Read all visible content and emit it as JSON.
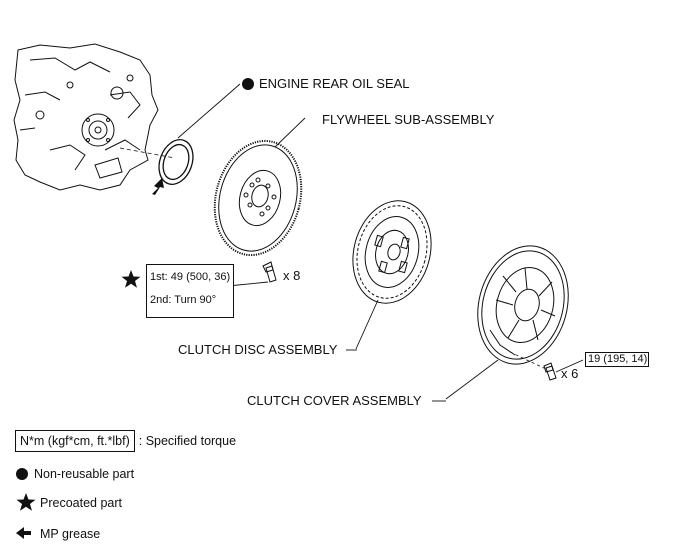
{
  "parts": {
    "oil_seal": {
      "label": "ENGINE REAR OIL SEAL",
      "non_reusable": true
    },
    "flywheel": {
      "label": "FLYWHEEL SUB-ASSEMBLY"
    },
    "clutch_disc": {
      "label": "CLUTCH DISC ASSEMBLY"
    },
    "clutch_cover": {
      "label": "CLUTCH COVER ASSEMBLY"
    }
  },
  "torques": {
    "flywheel_bolt": {
      "line1": "1st: 49 (500, 36)",
      "line2": "2nd: Turn 90°",
      "count": "x 8",
      "precoated": true
    },
    "cover_bolt": {
      "value": "19 (195, 14)",
      "count": "x 6"
    }
  },
  "legend": {
    "torque_box": "N*m (kgf*cm, ft.*lbf)",
    "torque_desc": ": Specified torque",
    "non_reusable": "Non-reusable part",
    "precoated": "Precoated part",
    "grease": "MP grease"
  },
  "colors": {
    "line": "#111111",
    "fill": "#ffffff"
  }
}
